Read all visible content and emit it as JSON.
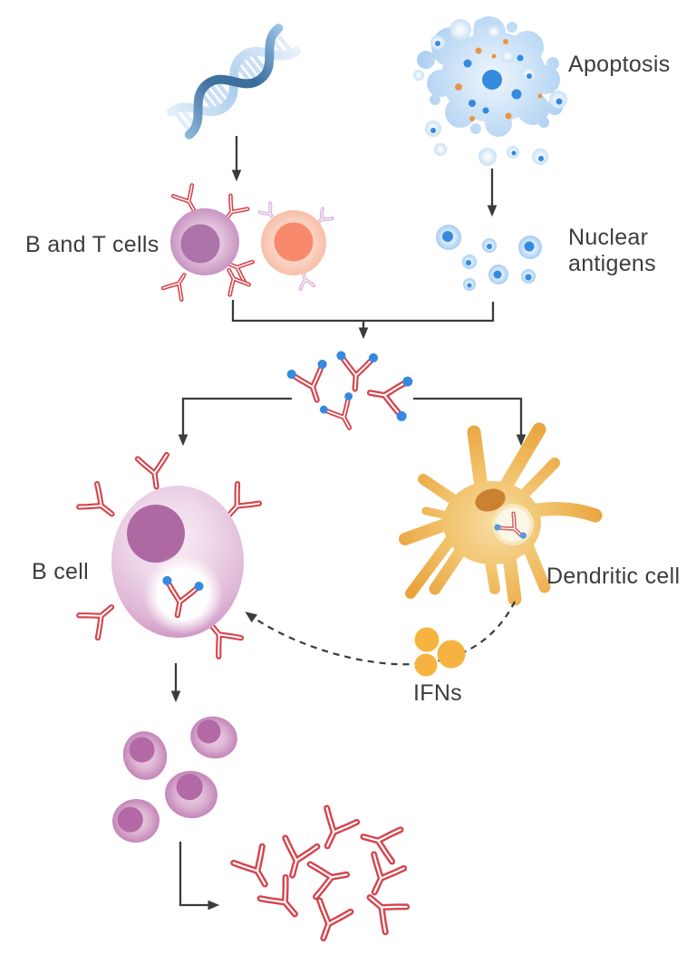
{
  "diagram": {
    "labels": {
      "b_and_t_cells": "B and T cells",
      "apoptosis": "Apoptosis",
      "nuclear_antigens": "Nuclear antigens",
      "b_cell": "B cell",
      "dendritic_cell": "Dendritic cell",
      "ifns": "IFNs"
    },
    "palette": {
      "text": "#3c3c3c",
      "arrow_line": "#3b3b3b",
      "antibody_red": "#d5444c",
      "antigen_dot_blue": "#358ade",
      "apoptosis_body_blue": "#bcd8f4",
      "apoptosis_dot_orange": "#e89544",
      "dna_dark_blue": "#3d6f9e",
      "dna_light_blue": "#aecfec",
      "b_cell_purple": "#dfb7d6",
      "nucleus_purple": "#ae69a3",
      "t_cell_salmon": "#fbd7c7",
      "t_cell_nucleus": "#f9896c",
      "t_receptor_lilac": "#d9b3dc",
      "dendritic_orange": "#f0bc62",
      "dendritic_nucleus": "#ca8130",
      "ifn_yellow": "#f7b340",
      "plasma_cell_pink": "#ddb4d2"
    },
    "icons": [
      "dna-icon",
      "apoptotic-cell-icon",
      "b-cell-small-icon",
      "t-cell-icon",
      "nuclear-antigens-icon",
      "immune-complexes-icon",
      "b-cell-icon",
      "dendritic-cell-icon",
      "ifn-icon",
      "plasma-cells-icon",
      "antibodies-icon"
    ]
  }
}
